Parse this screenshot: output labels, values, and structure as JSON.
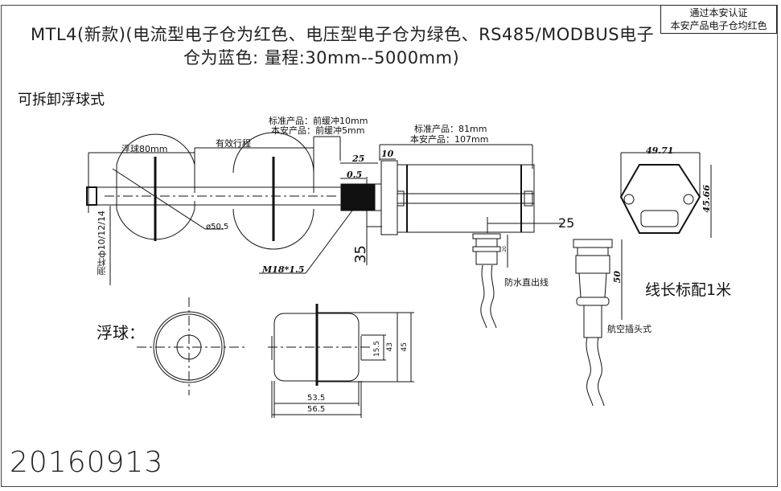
{
  "header": {
    "title_line1": "MTL4(新款)(电流型电子仓为红色、电压型电子仓为绿色、RS485/MODBUS电子",
    "title_line2": "仓为蓝色:    量程:30mm--5000mm)",
    "cert_box": {
      "line1": "通过本安认证",
      "line2": "本安产品电子仓均红色"
    }
  },
  "section_title": "可拆卸浮球式",
  "dimensions": {
    "float_width": "浮球80mm",
    "effective_stroke": "有效行程",
    "buffer_standard": "标准产品：前缓冲10mm",
    "buffer_intrinsic": "本安产品：前缓冲5mm",
    "housing_standard": "标准产品：81mm",
    "housing_intrinsic": "本安产品：107mm",
    "dim_25": "25",
    "dim_10": "10",
    "dim_0_5": "0.5",
    "dim_35": "35",
    "dim_25_right": "25",
    "thread": "M18*1.5",
    "float_diameter": "ø50.5",
    "rod_diameter": "测杆ф10/12/14",
    "hex_width": "49.71",
    "hex_height": "45.66",
    "gland_dim": "20",
    "connector_length": "50"
  },
  "labels": {
    "waterproof_cable": "防水直出线",
    "aviation_plug": "航空插头式",
    "cable_length": "线长标配1米",
    "float_label": "浮球："
  },
  "float_detail": {
    "dim_15_5": "15.5",
    "dim_43": "43",
    "dim_45": "45",
    "dim_53_5": "53.5",
    "dim_56_5": "56.5"
  },
  "footer": {
    "date": "20160913"
  }
}
